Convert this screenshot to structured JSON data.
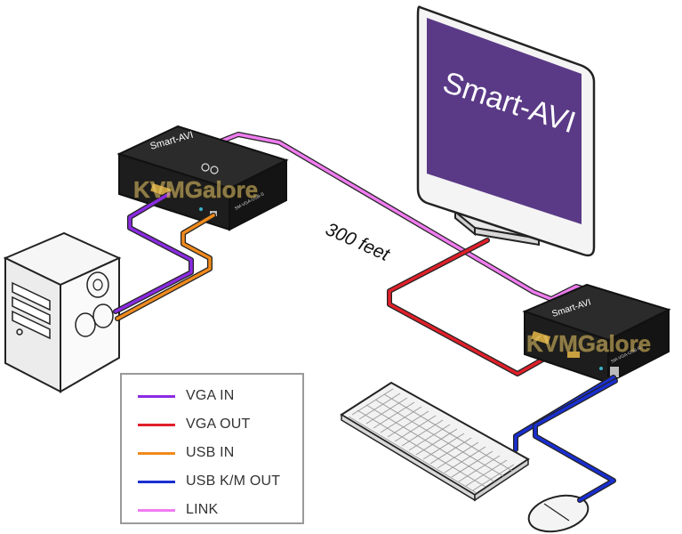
{
  "monitor": {
    "brand": "Smart-AVI"
  },
  "transmitter": {
    "brand": "Smart-AVI",
    "model": "SM-VGA-USB-S"
  },
  "receiver": {
    "brand": "Smart-AVI",
    "model": "SM-VGA-USB-R"
  },
  "watermark": "KVMGalore",
  "distance": "300 feet",
  "colors": {
    "vga_in": "#8a2be2",
    "vga_out": "#e0202a",
    "usb_in": "#f08a1c",
    "usb_km_out": "#1a2fd0",
    "link": "#f07cf0",
    "monitor_screen": "#5a3a86"
  },
  "legend": [
    {
      "label": "VGA IN",
      "color": "#8a2be2"
    },
    {
      "label": "VGA OUT",
      "color": "#e0202a"
    },
    {
      "label": "USB IN",
      "color": "#f08a1c"
    },
    {
      "label": "USB K/M OUT",
      "color": "#1a2fd0"
    },
    {
      "label": "LINK",
      "color": "#f07cf0"
    }
  ]
}
